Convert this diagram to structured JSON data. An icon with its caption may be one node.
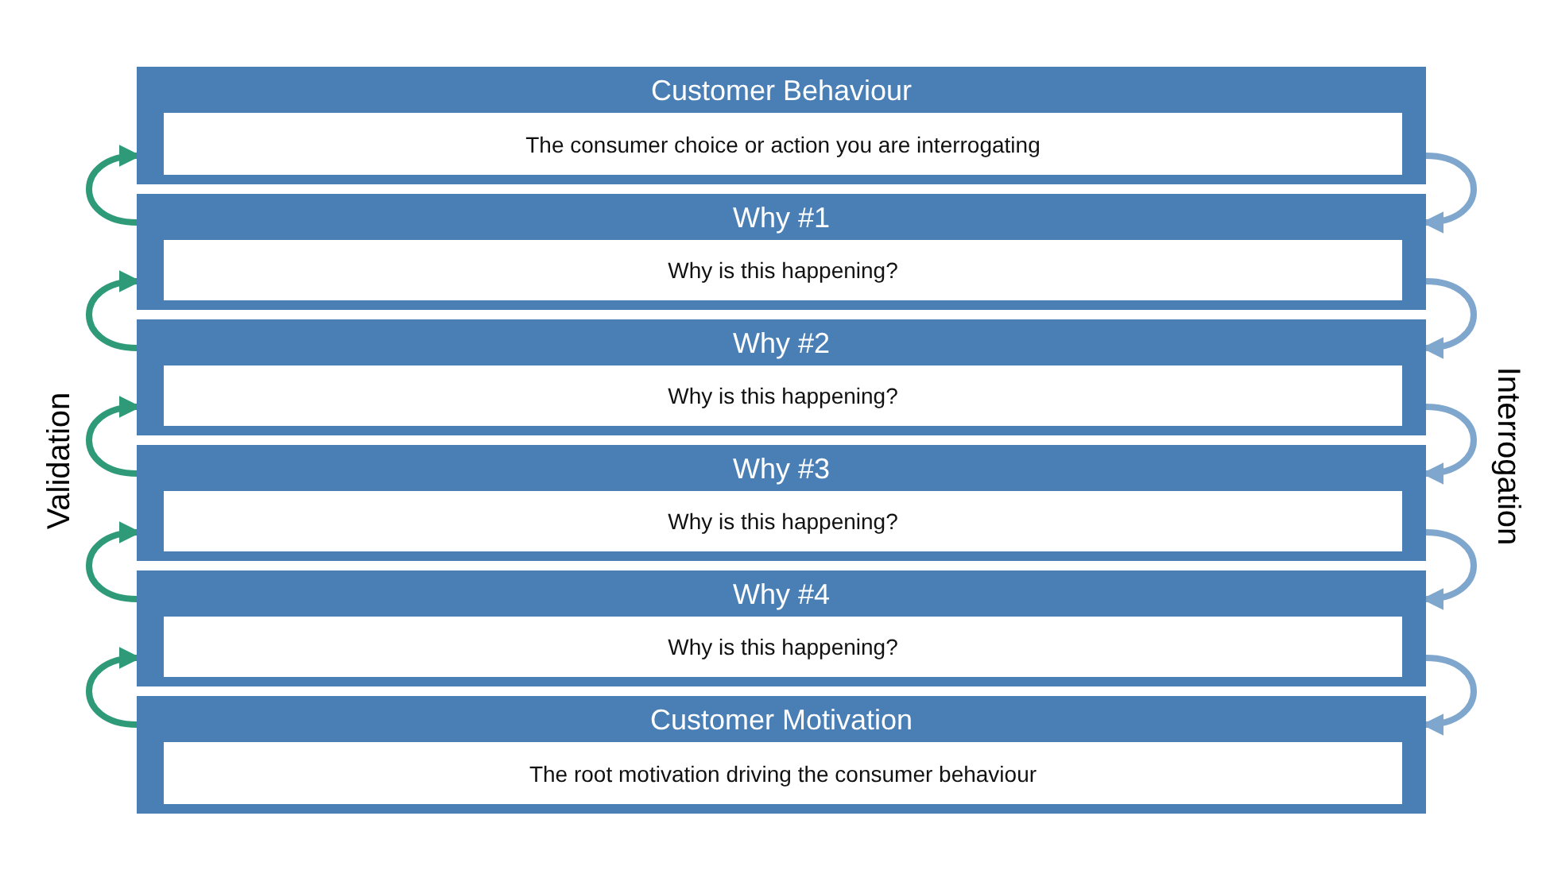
{
  "diagram": {
    "nodes": [
      {
        "text": [
          "Customer Behaviour",
          "The consumer choice or action you are interrogating"
        ]
      },
      {
        "text": [
          "Why #1",
          "Why is this happening?"
        ]
      },
      {
        "text": [
          "Why #2",
          "Why is this happening?"
        ]
      },
      {
        "text": [
          "Why #3",
          "Why is this happening?"
        ]
      },
      {
        "text": [
          "Why #4",
          "Why is this happening?"
        ]
      },
      {
        "text": [
          "Customer Motivation",
          "The root motivation driving the consumer behaviour"
        ]
      }
    ],
    "edges": [
      {
        "from": 0,
        "to": 1,
        "arrow": "to",
        "color": "#7fa6cc"
      },
      {
        "from": 1,
        "to": 2,
        "arrow": "to",
        "color": "#7fa6cc"
      },
      {
        "from": 2,
        "to": 3,
        "arrow": "to",
        "color": "#7fa6cc"
      },
      {
        "from": 3,
        "to": 4,
        "arrow": "to",
        "color": "#7fa6cc"
      },
      {
        "from": 4,
        "to": 5,
        "arrow": "to",
        "color": "#7fa6cc"
      },
      {
        "from": 1,
        "to": 0,
        "arrow": "to",
        "color": "#2e9a78"
      },
      {
        "from": 2,
        "to": 1,
        "arrow": "to",
        "color": "#2e9a78"
      },
      {
        "from": 3,
        "to": 2,
        "arrow": "to",
        "color": "#2e9a78"
      },
      {
        "from": 4,
        "to": 3,
        "arrow": "to",
        "color": "#2e9a78"
      },
      {
        "from": 5,
        "to": 4,
        "arrow": "to",
        "color": "#2e9a78"
      }
    ],
    "labels": [
      "Validation",
      "Interrogation"
    ]
  }
}
